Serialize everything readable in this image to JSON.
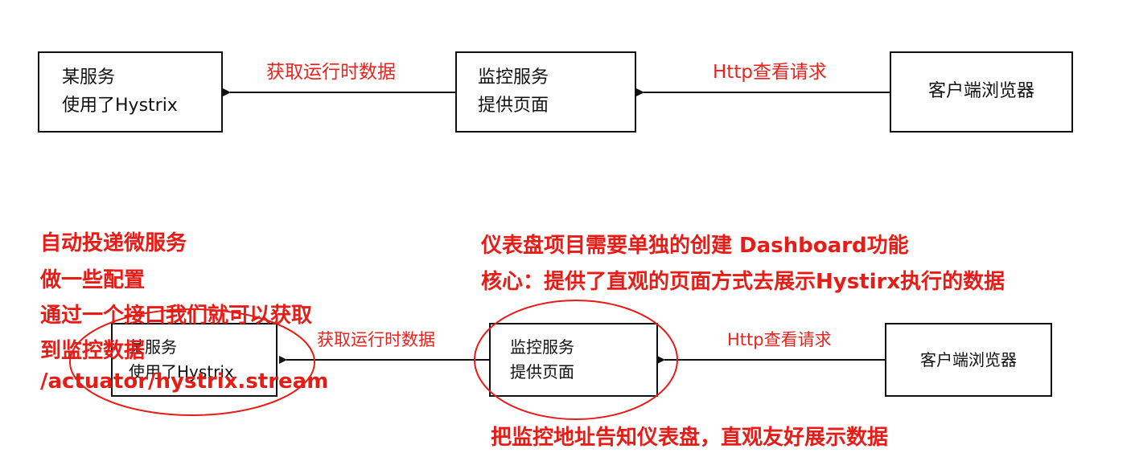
{
  "top": {
    "service_box": {
      "line1": "某服务",
      "line2": "使用了Hystrix"
    },
    "monitor_box": {
      "line1": "监控服务",
      "line2": "提供页面"
    },
    "browser_box": {
      "label": "客户端浏览器"
    },
    "fetch_label": "获取运行时数据",
    "http_label": "Http查看请求"
  },
  "bottom": {
    "service_box": {
      "line1": "某服务",
      "line2": "使用了Hystrix"
    },
    "monitor_box": {
      "line1": "监控服务",
      "line2": "提供页面"
    },
    "browser_box": {
      "label": "客户端浏览器"
    },
    "fetch_label": "获取运行时数据",
    "http_label": "Http查看请求"
  },
  "annotations": {
    "left": [
      "自动投递微服务",
      "做一些配置",
      "通过一个接口我们就可以获取",
      "到监控数据",
      "/actuator/hystrix.stream"
    ],
    "right_top": [
      "仪表盘项目需要单独的创建 Dashboard功能",
      "核心：提供了直观的页面方式去展示Hystirx执行的数据"
    ],
    "bottom_note": "把监控地址告知仪表盘，直观友好展示数据"
  },
  "colors": {
    "annotation": "#e81c16",
    "box_border": "#111111"
  }
}
